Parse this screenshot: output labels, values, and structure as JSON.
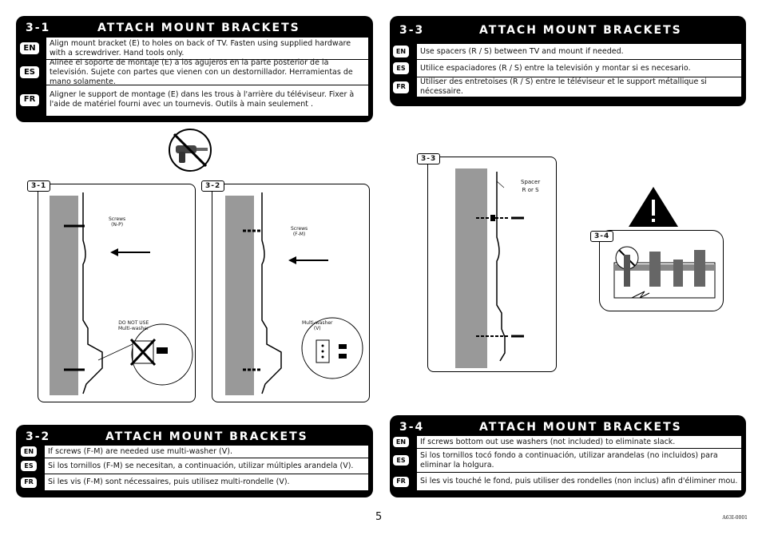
{
  "panels": {
    "p31": {
      "number": "3-1",
      "title": "ATTACH MOUNT BRACKETS",
      "rows": [
        {
          "lang": "EN",
          "text": "Align mount bracket (E) to holes on back of TV.  Fasten using supplied hardware with a screwdriver.   Hand tools only."
        },
        {
          "lang": "ES",
          "text": "Alinee el soporte de montaje (E) a los agujeros en la parte posterior de la televisión. Sujete con partes que vienen con un destornillador. Herramientas de mano solamente."
        },
        {
          "lang": "FR",
          "text": "Aligner le support de montage (E) dans les trous à l'arrière du téléviseur. Fixer à l'aide de matériel fourni avec un tournevis. Outils à main seulement ."
        }
      ]
    },
    "p33": {
      "number": "3-3",
      "title": "ATTACH MOUNT BRACKETS",
      "rows": [
        {
          "lang": "EN",
          "text": "Use spacers (R / S) between TV and mount if needed."
        },
        {
          "lang": "ES",
          "text": "Utilice espaciadores (R / S) entre la televisión y montar si es necesario."
        },
        {
          "lang": "FR",
          "text": "Utiliser des entretoises (R / S) entre le téléviseur et le support métallique si nécessaire."
        }
      ]
    },
    "p32": {
      "number": "3-2",
      "title": "ATTACH MOUNT BRACKETS",
      "rows": [
        {
          "lang": "EN",
          "text": "If screws (F-M) are needed use multi-washer (V)."
        },
        {
          "lang": "ES",
          "text": "Si los tornillos (F-M) se necesitan, a continuación, utilizar múltiples arandela (V)."
        },
        {
          "lang": "FR",
          "text": "Si les vis (F-M) sont nécessaires, puis utilisez multi-rondelle (V)."
        }
      ]
    },
    "p34": {
      "number": "3-4",
      "title": "ATTACH MOUNT BRACKETS",
      "rows": [
        {
          "lang": "EN",
          "text": "If screws bottom out use washers (not included) to eliminate slack."
        },
        {
          "lang": "ES",
          "text": "Si los tornillos tocó fondo a continuación, utilizar arandelas (no incluidos) para eliminar la holgura."
        },
        {
          "lang": "FR",
          "text": "Si les vis touché le fond, puis utiliser des rondelles (non inclus) afin d'éliminer mou."
        }
      ]
    }
  },
  "figures": {
    "f31": {
      "tag": "3-1",
      "screws": "Screws\n(N-P)",
      "note": "DO NOT USE\nMulti-washer"
    },
    "f32": {
      "tag": "3-2",
      "screws": "Screws\n(F-M)",
      "note": "Multi-washer\n(V)"
    },
    "f33": {
      "tag": "3-3",
      "spacer": "Spacer\nR or S"
    },
    "f34": {
      "tag": "3-4"
    }
  },
  "page_number": "5",
  "doc_code": "A63I-0001"
}
